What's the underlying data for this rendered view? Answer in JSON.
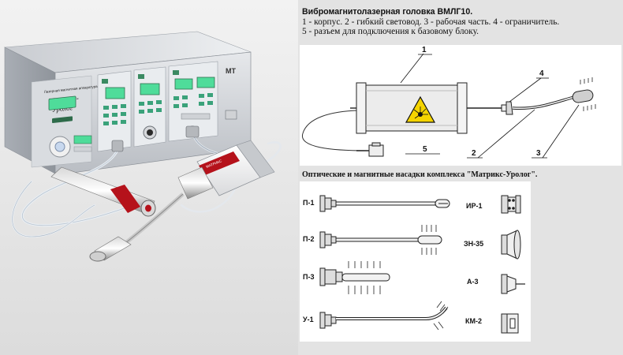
{
  "caption": {
    "title": "Вибромагнитолазерная головка ВМЛГ10.",
    "line1": "1 - корпус. 2 - гибкий световод. 3 - рабочая часть. 4 - ограничитель.",
    "line2": "5 - разъем для подключения к базовому блоку."
  },
  "device": {
    "brand_line1": "Матрикс-",
    "brand_line2": "Уролог",
    "logo_text": "МТ",
    "probe_label": "МАТРИКС"
  },
  "diagram": {
    "callouts": [
      "1",
      "4",
      "5",
      "2",
      "3"
    ]
  },
  "attachments": {
    "heading": "Оптические и магнитные насадки комплекса \"Матрикс-Уролог\".",
    "left": [
      "П-1",
      "П-2",
      "П-3",
      "У-1"
    ],
    "right": [
      "ИР-1",
      "ЗН-35",
      "А-3",
      "КМ-2"
    ]
  },
  "colors": {
    "background": "#e3e3e3",
    "panel": "#ffffff",
    "device_body": "#cfd2d6",
    "display_green": "#4fdc9a",
    "laser_yellow": "#f5d400",
    "probe_red": "#b5121b"
  }
}
